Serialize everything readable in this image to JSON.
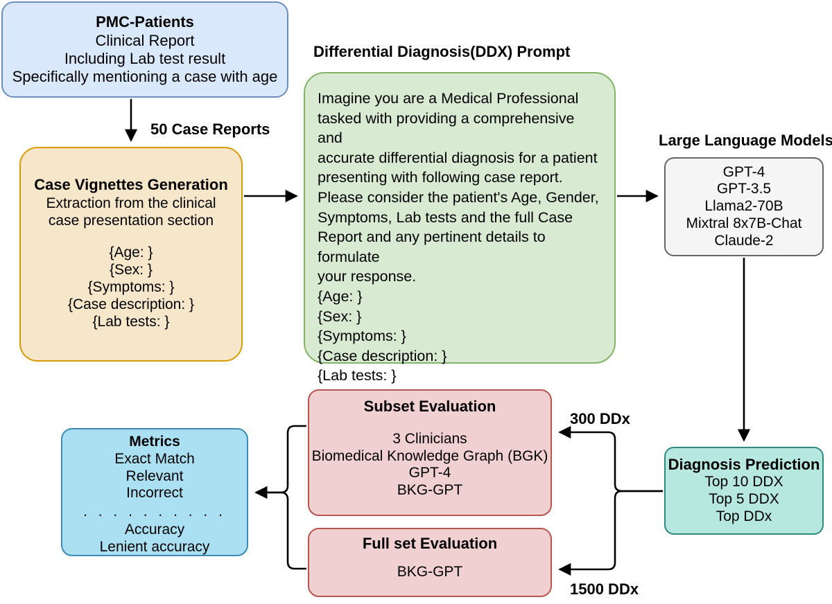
{
  "diagram": {
    "title": "Differential Diagnosis evaluation pipeline",
    "colors": {
      "blue_fill": "#dae8fc",
      "blue_stroke": "#6c8ebf",
      "orange_fill": "#f6e6ca",
      "orange_stroke": "#d79b00",
      "green_fill": "#d9ead3",
      "green_stroke": "#82b366",
      "grey_fill": "#f5f5f5",
      "grey_stroke": "#666666",
      "teal_fill": "#b7e8e0",
      "teal_stroke": "#2e8a80",
      "pink_fill": "#f0d0d0",
      "pink_stroke": "#b85450",
      "cyan_fill": "#abe0f2",
      "cyan_stroke": "#3a8ab5",
      "edge": "#000000"
    }
  },
  "nodes": {
    "pmc_patients": {
      "title": "PMC-Patients",
      "lines": [
        "Clinical Report",
        "Including Lab test result",
        "Specifically mentioning a case with age"
      ]
    },
    "case_vignettes": {
      "title": "Case Vignettes Generation",
      "lines": [
        "Extraction from the clinical",
        "case presentation section"
      ],
      "fields": [
        "{Age: }",
        "{Sex: }",
        "{Symptoms: }",
        "{Case description: }",
        "{Lab tests: }"
      ]
    },
    "ddx_prompt": {
      "external_title": "Differential Diagnosis(DDX) Prompt",
      "paragraph_1": [
        "Imagine you are a Medical Professional",
        "tasked with providing a comprehensive and",
        "accurate differential diagnosis for a patient",
        "presenting with following case report."
      ],
      "paragraph_2": [
        "Please consider the patient's Age, Gender,",
        "Symptoms, Lab tests and the full Case",
        "Report and any pertinent details to formulate",
        "your response."
      ],
      "fields": [
        "{Age: }",
        "{Sex: }",
        "{Symptoms: }",
        "{Case description: }",
        "{Lab tests: }"
      ]
    },
    "llms": {
      "external_title": "Large Language Models",
      "models": [
        "GPT-4",
        "GPT-3.5",
        "Llama2-70B",
        "Mixtral 8x7B-Chat",
        "Claude-2"
      ]
    },
    "diagnosis_prediction": {
      "title": "Diagnosis Prediction",
      "lines": [
        "Top 10 DDX",
        "Top 5 DDX",
        "Top DDx"
      ]
    },
    "subset_eval": {
      "title": "Subset Evaluation",
      "lines": [
        "3 Clinicians",
        "Biomedical Knowledge Graph (BGK)",
        "GPT-4",
        "BKG-GPT"
      ]
    },
    "fullset_eval": {
      "title": "Full set Evaluation",
      "lines": [
        "BKG-GPT"
      ]
    },
    "metrics": {
      "title": "Metrics",
      "group_1": [
        "Exact Match",
        "Relevant",
        "Incorrect"
      ],
      "separator": ". . . . . . . . . .",
      "group_2": [
        "Accuracy",
        "Lenient accuracy"
      ]
    }
  },
  "edge_labels": {
    "case_reports": "50 Case Reports",
    "ddx_300": "300 DDx",
    "ddx_1500": "1500 DDx"
  }
}
